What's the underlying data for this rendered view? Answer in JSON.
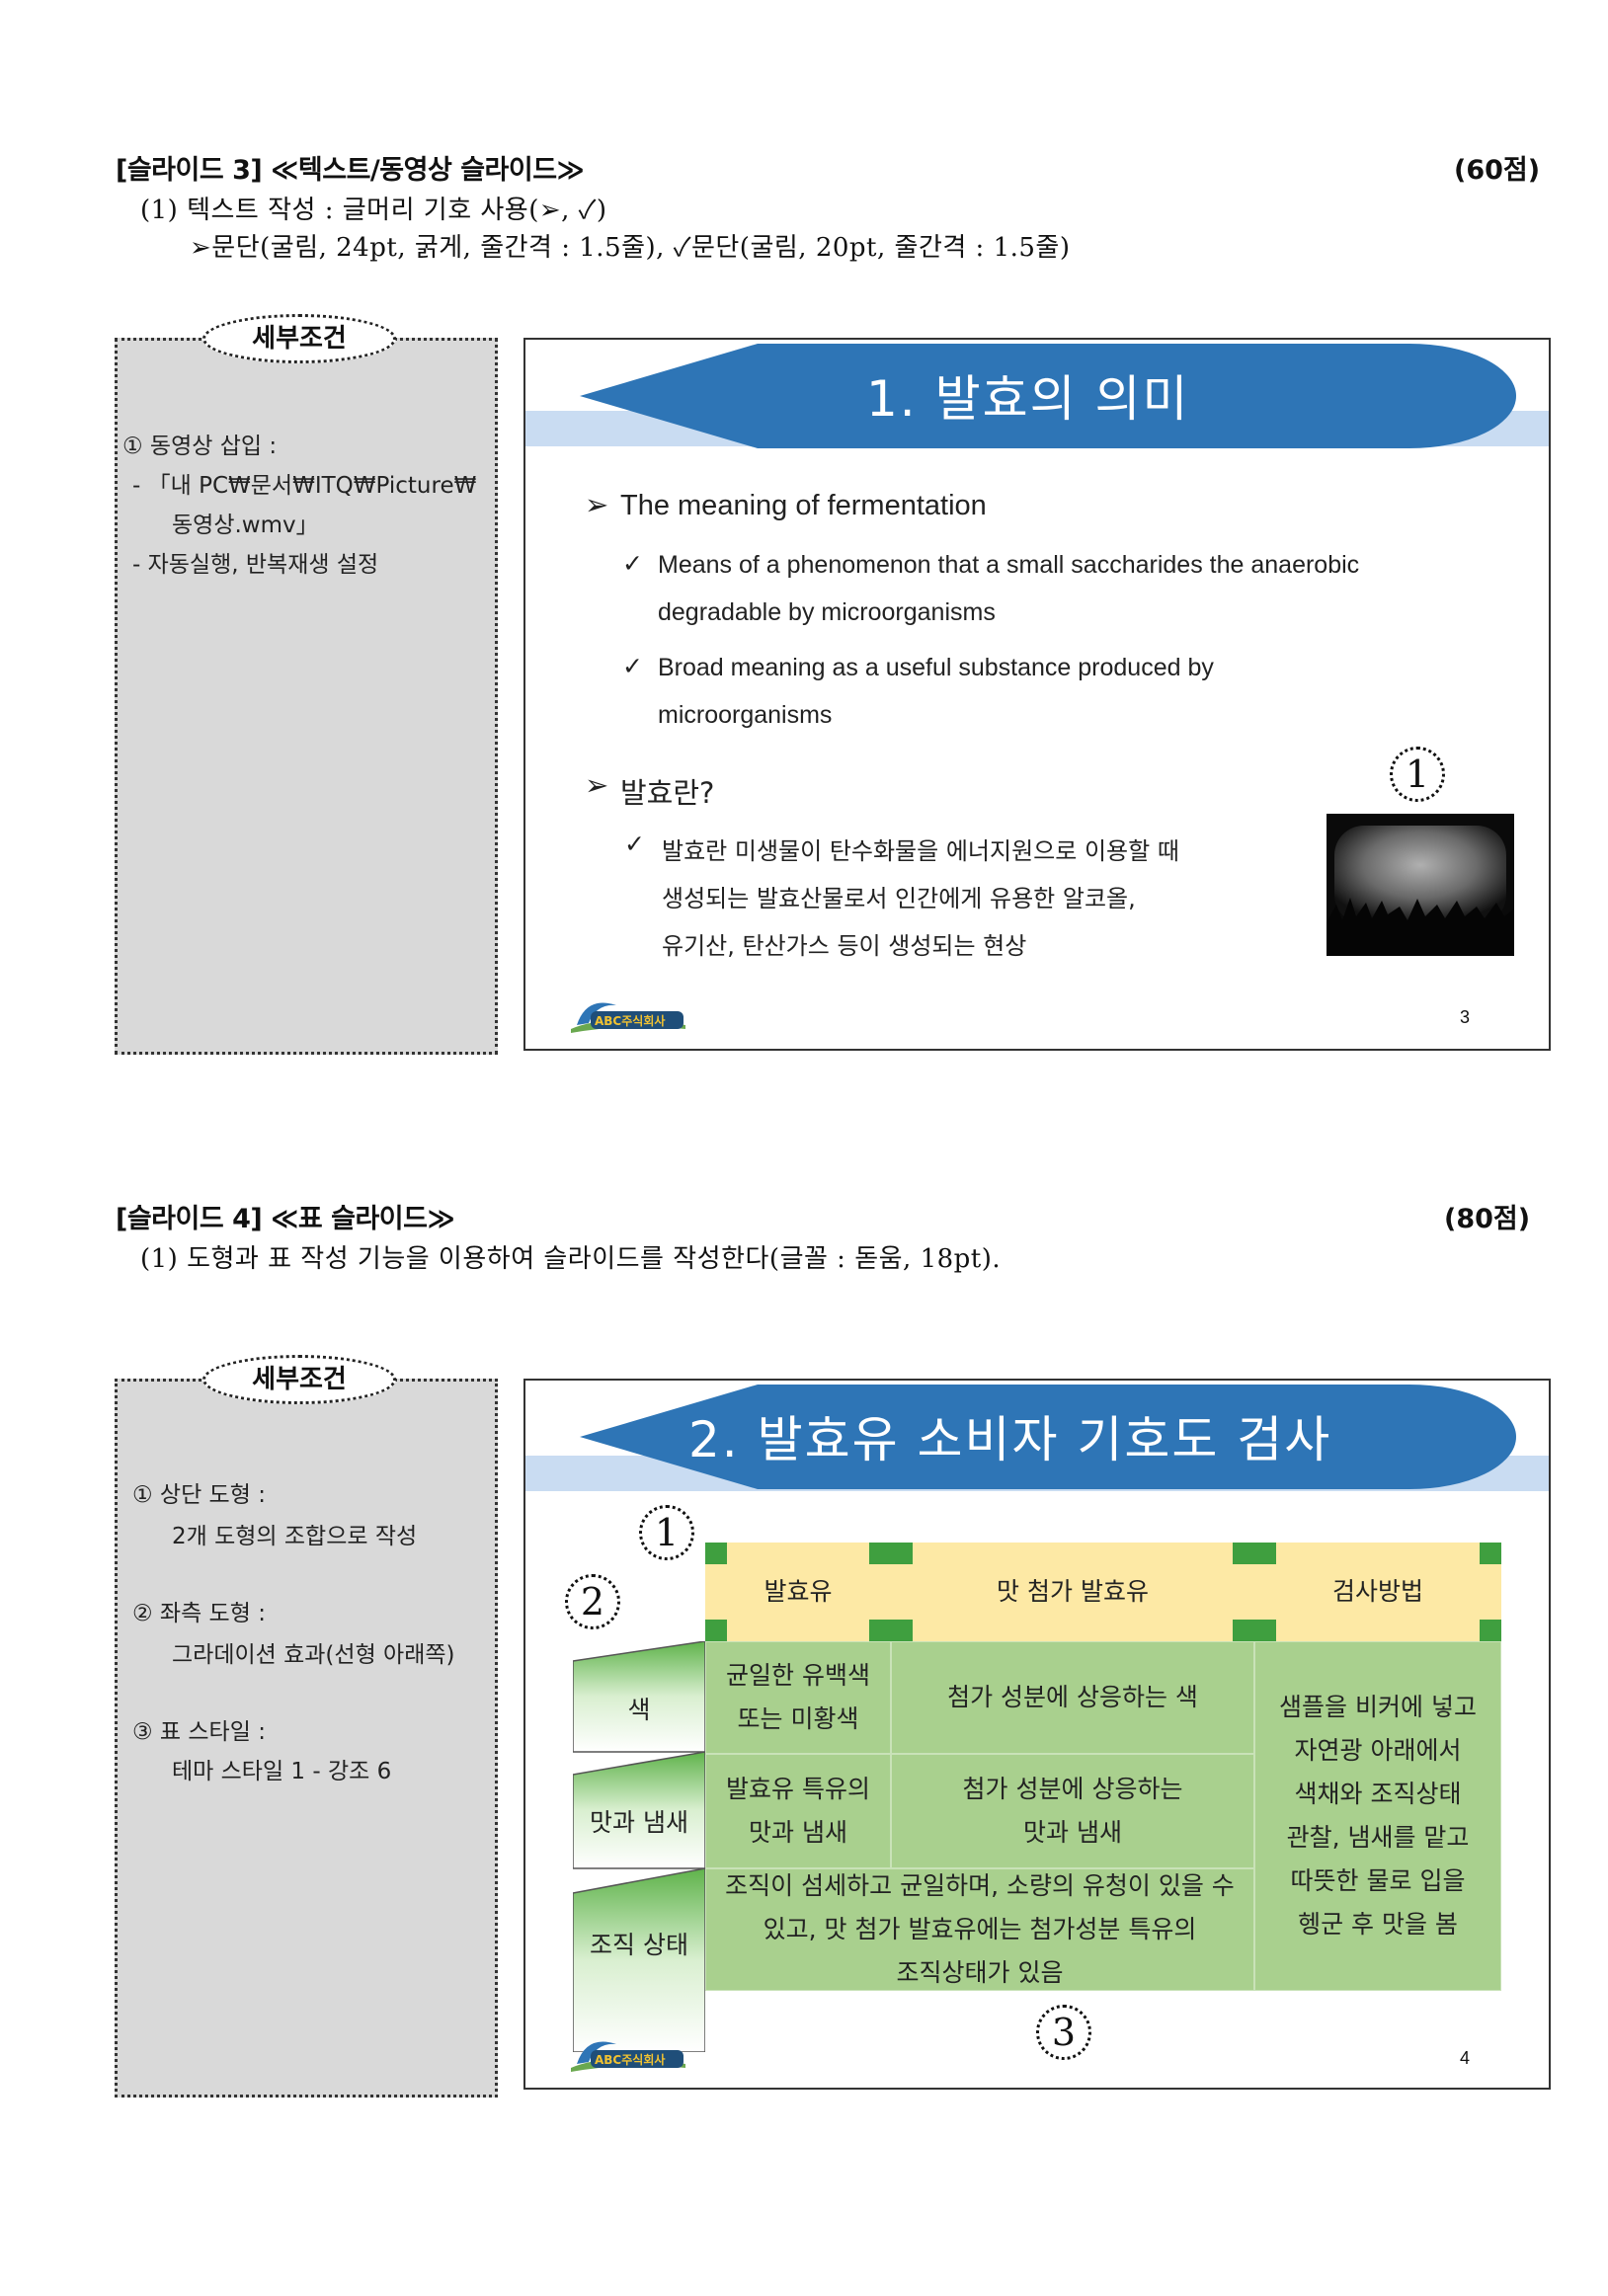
{
  "section3": {
    "title": "[슬라이드 3] ≪텍스트/동영상 슬라이드≫",
    "score": "(60점)",
    "instr1": "(1) 텍스트 작성 : 글머리 기호 사용(➢, ✓)",
    "instr2": "➢문단(굴림, 24pt, 굵게, 줄간격 : 1.5줄), ✓문단(굴림, 20pt, 줄간격 : 1.5줄)"
  },
  "cond3": {
    "tag": "세부조건",
    "lines": [
      "① 동영상 삽입 :",
      "- 「내 PC₩문서₩ITQ₩Picture₩",
      "동영상.wmv」",
      "- 자동실행, 반복재생 설정"
    ]
  },
  "slide3": {
    "title": "1. 발효의 의미",
    "b1": "The meaning of fermentation",
    "b1s1a": "Means of a phenomenon that a small saccharides the anaerobic",
    "b1s1b": "degradable by microorganisms",
    "b1s2a": "Broad meaning as a useful substance produced by",
    "b1s2b": "microorganisms",
    "b2": "발효란?",
    "b2s1a": "발효란 미생물이 탄수화물을 에너지원으로 이용할 때",
    "b2s1b": "생성되는 발효산물로서 인간에게 유용한 알코올,",
    "b2s1c": "유기산, 탄산가스 등이 생성되는 현상",
    "marker": "1",
    "arrow_glyph": "➢",
    "check_glyph": "✓",
    "logo_text": "ABC주식회사",
    "page": "3"
  },
  "section4": {
    "title": "[슬라이드 4] ≪표 슬라이드≫",
    "score": "(80점)",
    "instr1": "(1) 도형과 표 작성 기능을 이용하여 슬라이드를 작성한다(글꼴 : 돋움, 18pt)."
  },
  "cond4": {
    "tag": "세부조건",
    "lines": [
      "① 상단 도형 :",
      "2개 도형의 조합으로 작성",
      "② 좌측 도형 :",
      "그라데이션 효과(선형 아래쪽)",
      "③ 표 스타일 :",
      "테마 스타일 1 - 강조 6"
    ]
  },
  "slide4": {
    "title": "2. 발효유 소비자 기호도 검사",
    "markers": [
      "1",
      "2",
      "3"
    ],
    "headers": [
      "발효유",
      "맛 첨가 발효유",
      "검사방법"
    ],
    "row_labels": [
      "색",
      "맛과 냄새",
      "조직 상태"
    ],
    "r1c1": [
      "균일한 유백색",
      "또는 미황색"
    ],
    "r1c2": "첨가 성분에 상응하는 색",
    "r2c1": [
      "발효유 특유의",
      "맛과 냄새"
    ],
    "r2c2": [
      "첨가 성분에 상응하는",
      "맛과 냄새"
    ],
    "r3": [
      "조직이 섬세하고 균일하며, 소량의 유청이 있을 수",
      "있고, 맛 첨가 발효유에는 첨가성분 특유의",
      "조직상태가 있음"
    ],
    "method": [
      "샘플을 비커에 넣고",
      "자연광 아래에서",
      "색채와 조직상태",
      "관찰, 냄새를 맡고",
      "따뜻한 물로 입을",
      "헹군 후 맛을 봄"
    ],
    "logo_text": "ABC주식회사",
    "page": "4"
  }
}
